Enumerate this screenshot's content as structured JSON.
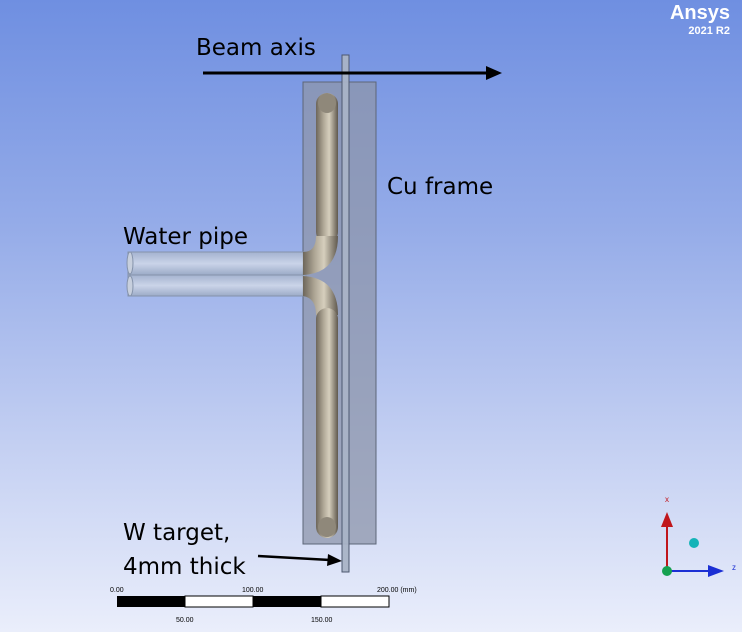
{
  "brand": {
    "name": "Ansys",
    "version": "2021 R2"
  },
  "labels": {
    "beam_axis": "Beam axis",
    "cu_frame": "Cu frame",
    "water_pipe": "Water pipe",
    "w_target_line1": "W target,",
    "w_target_line2": "4mm thick"
  },
  "scale_bar": {
    "ticks_top": [
      "0.00",
      "100.00",
      "200.00 (mm)"
    ],
    "ticks_bottom": [
      "50.00",
      "150.00"
    ]
  },
  "triad": {
    "x_label": "x",
    "z_label": "z"
  },
  "colors": {
    "x_axis": "#c0161c",
    "z_axis": "#1b2fd4",
    "origin": "#14a050",
    "iso_ball": "#14b3b8"
  }
}
